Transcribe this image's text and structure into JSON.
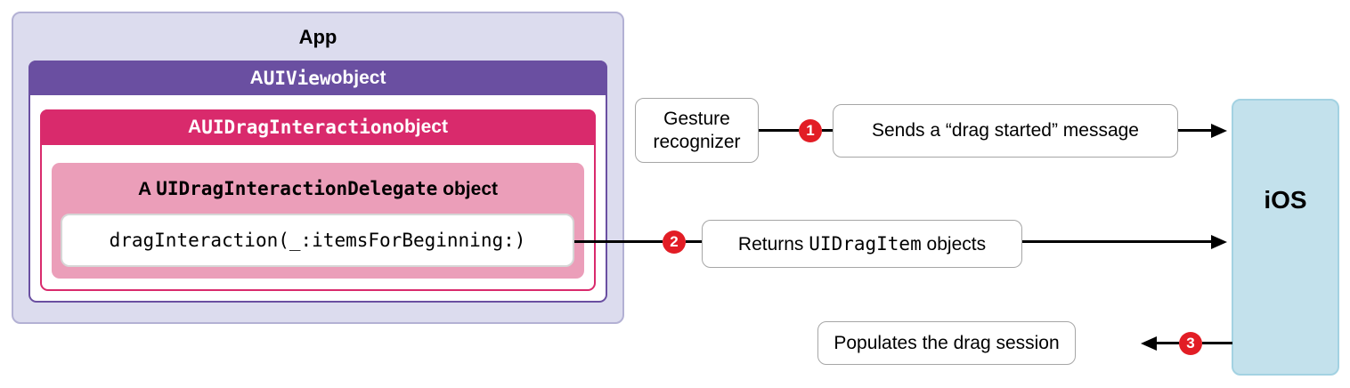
{
  "colors": {
    "app_fill": "#dcdcee",
    "app_border": "#b3b1d4",
    "purple": "#6a4fa1",
    "magenta": "#d92a6c",
    "pink": "#eb9eb9",
    "code_border": "#d6d6d6",
    "box_border": "#a6a6a6",
    "ios_fill": "#c3e1ec",
    "ios_border": "#a3d2e2",
    "badge_red": "#e21d25",
    "line": "#000000"
  },
  "app": {
    "title": "App",
    "uiview": {
      "prefix": "A ",
      "code": "UIView",
      "suffix": " object"
    },
    "uidrag": {
      "prefix": "A ",
      "code": "UIDragInteraction",
      "suffix": " object"
    },
    "delegate": {
      "prefix": "A ",
      "code": "UIDragInteractionDelegate",
      "suffix": " object"
    },
    "method": "dragInteraction(_:itemsForBeginning:)"
  },
  "flow": {
    "gesture": "Gesture recognizer",
    "ios": "iOS",
    "steps": [
      {
        "number": "1",
        "text": "Sends a “drag started” message"
      },
      {
        "number": "2",
        "prefix": "Returns ",
        "code": "UIDragItem",
        "suffix": " objects"
      },
      {
        "number": "3",
        "text": "Populates the drag session"
      }
    ]
  }
}
